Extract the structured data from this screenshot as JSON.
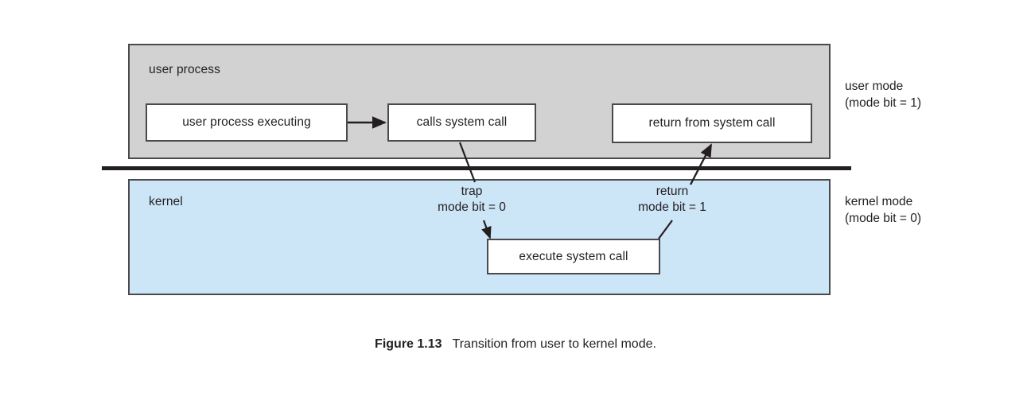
{
  "figure": {
    "caption_label": "Figure 1.13",
    "caption_text": "Transition from user to kernel mode."
  },
  "bands": {
    "user": {
      "title": "user process",
      "fill_color": "#d2d2d2",
      "border_color": "#4a4a4d"
    },
    "kernel": {
      "title": "kernel",
      "fill_color": "#cce5f7",
      "border_color": "#4a4a4d"
    }
  },
  "boxes": {
    "user_executing": "user process executing",
    "calls_system_call": "calls system call",
    "return_from_system_call": "return from system call",
    "execute_system_call": "execute system call"
  },
  "annotations": {
    "trap": {
      "line1": "trap",
      "line2": "mode bit = 0"
    },
    "return": {
      "line1": "return",
      "line2": "mode bit = 1"
    }
  },
  "mode_labels": {
    "user": {
      "line1": "user mode",
      "line2": "(mode bit = 1)"
    },
    "kernel": {
      "line1": "kernel mode",
      "line2": "(mode bit = 0)"
    }
  },
  "connectors": [
    {
      "name": "flow-arrow-exec-to-calls",
      "from": "user process executing",
      "to": "calls system call"
    },
    {
      "name": "trap-connector-upper",
      "from": "calls system call",
      "to": "trap label"
    },
    {
      "name": "trap-arrow-lower",
      "from": "trap label",
      "to": "execute system call"
    },
    {
      "name": "return-connector-lower",
      "from": "execute system call",
      "to": "return label"
    },
    {
      "name": "return-arrow-upper",
      "from": "return label",
      "to": "return from system call"
    }
  ]
}
